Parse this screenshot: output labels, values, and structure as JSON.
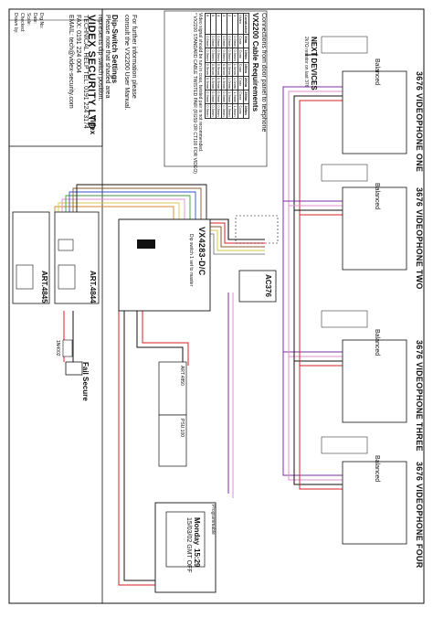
{
  "company": {
    "name": "VIDEX SECURITY LTD",
    "tech_help": "TECHNICAL HELP  TEL: 0191 224 3174",
    "fax": "FAX: 0191 224 0004",
    "email": "EMAIL: tech@videx-security.com",
    "logo": "Videx"
  },
  "title_block": {
    "cells": [
      "Drawn by:",
      "Checked:",
      "Scale:",
      "Date:",
      "Drg No:"
    ]
  },
  "notes": {
    "dip_heading": "Dip-Switch Settings",
    "dip_lines": [
      "Please note that shaded area",
      "represents dip-switch position."
    ],
    "manual_lines": [
      "For further information please",
      "consult the VX2200 User Manual."
    ]
  },
  "cable_table": {
    "title": "VX2200 Cable Requirements",
    "subtitle": "Connections from door panel to telephone",
    "headers": [
      "Conductor",
      "50m",
      "100m",
      "150m",
      "200m",
      "250m",
      "300m"
    ],
    "rows": [
      [
        "Video",
        "Coax",
        "Coax",
        "Coax",
        "Coax",
        "Coax",
        "Coax"
      ],
      [
        "1",
        "0.5mm",
        "0.5mm",
        "1.0mm",
        "1.0mm",
        "1.5mm",
        "1.5mm"
      ],
      [
        "2",
        "0.5mm",
        "0.5mm",
        "1.0mm",
        "1.0mm",
        "1.5mm",
        "1.5mm"
      ],
      [
        "3",
        "0.5mm",
        "0.5mm",
        "0.5mm",
        "0.5mm",
        "0.5mm",
        "0.5mm"
      ],
      [
        "4",
        "0.5mm",
        "0.5mm",
        "0.5mm",
        "0.5mm",
        "0.5mm",
        "0.5mm"
      ],
      [
        "5",
        "0.5mm",
        "0.5mm",
        "0.5mm",
        "0.5mm",
        "0.5mm",
        "0.5mm"
      ],
      [
        "6",
        "0.5mm",
        "0.5mm",
        "0.5mm",
        "0.5mm",
        "0.5mm",
        "0.5mm"
      ]
    ],
    "notes": [
      "Video signal should be run in coax, twisted pair is not recommended.",
      "* VX2200 STANDARD CABLE TWISTED PAIR (RG59 OR CT100 FOR VIDEO)"
    ]
  },
  "devices": {
    "phones": [
      {
        "title": "3676 VIDEOPHONE ONE",
        "tail": "Balanced"
      },
      {
        "title": "3676 VIDEOPHONE TWO",
        "tail": "Balanced"
      },
      {
        "title": "3676 VIDEOPHONE THREE",
        "tail": "Balanced"
      },
      {
        "title": "3676 VIDEOPHONE FOUR",
        "tail": "Balanced"
      }
    ],
    "psu": {
      "model": "VX4283-D/C",
      "note": "Dip switch 1 set to master"
    },
    "splitter": {
      "model": "AC376"
    },
    "panel_a": {
      "model": "ART.4845"
    },
    "panel_b": {
      "model": "ART.4844"
    },
    "unit_a": {
      "model": "ART.4850"
    },
    "unit_b": {
      "model": "PSU.100"
    },
    "clock": {
      "day": "Monday",
      "time": "15:29",
      "date": "15/03/02 GMT OFF",
      "label": "Programmable"
    },
    "diode": "1N4002",
    "lock": "Fail Secure",
    "next_devices": "NEXT DEVICES",
    "terminator": "2k7Ω resistor on last 376"
  },
  "colors": {
    "black": "#111111",
    "red": "#d42020",
    "brown": "#8a5a2b",
    "pink": "#e38fcf",
    "purple": "#7a2fa5",
    "yellow": "#d9c84a",
    "green": "#3f9a3f",
    "blue": "#2f4fcf",
    "grey": "#888888",
    "orange": "#d88a2a"
  }
}
